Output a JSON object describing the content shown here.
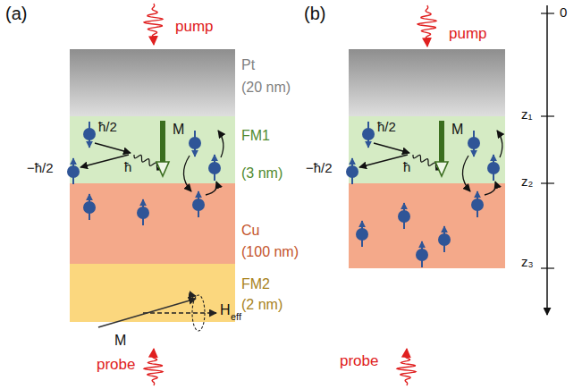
{
  "diagram": {
    "nodes": [
      {
        "text": [
          "Pt",
          "(20 nm)"
        ]
      },
      {
        "text": [
          "FM1",
          "(3 nm)"
        ]
      },
      {
        "text": [
          "Cu",
          "(100 nm)"
        ]
      },
      {
        "text": [
          "FM2",
          "(2 nm)"
        ]
      }
    ],
    "labels": [
      "(a)",
      "(b)",
      "pump",
      "pump",
      "ħ/2",
      "−ħ/2",
      "ħ",
      "M",
      "H",
      "eff",
      "M",
      "probe",
      "ħ/2",
      "−ħ/2",
      "ħ",
      "M",
      "0",
      "z₁",
      "z₂",
      "z₃",
      "probe"
    ]
  }
}
